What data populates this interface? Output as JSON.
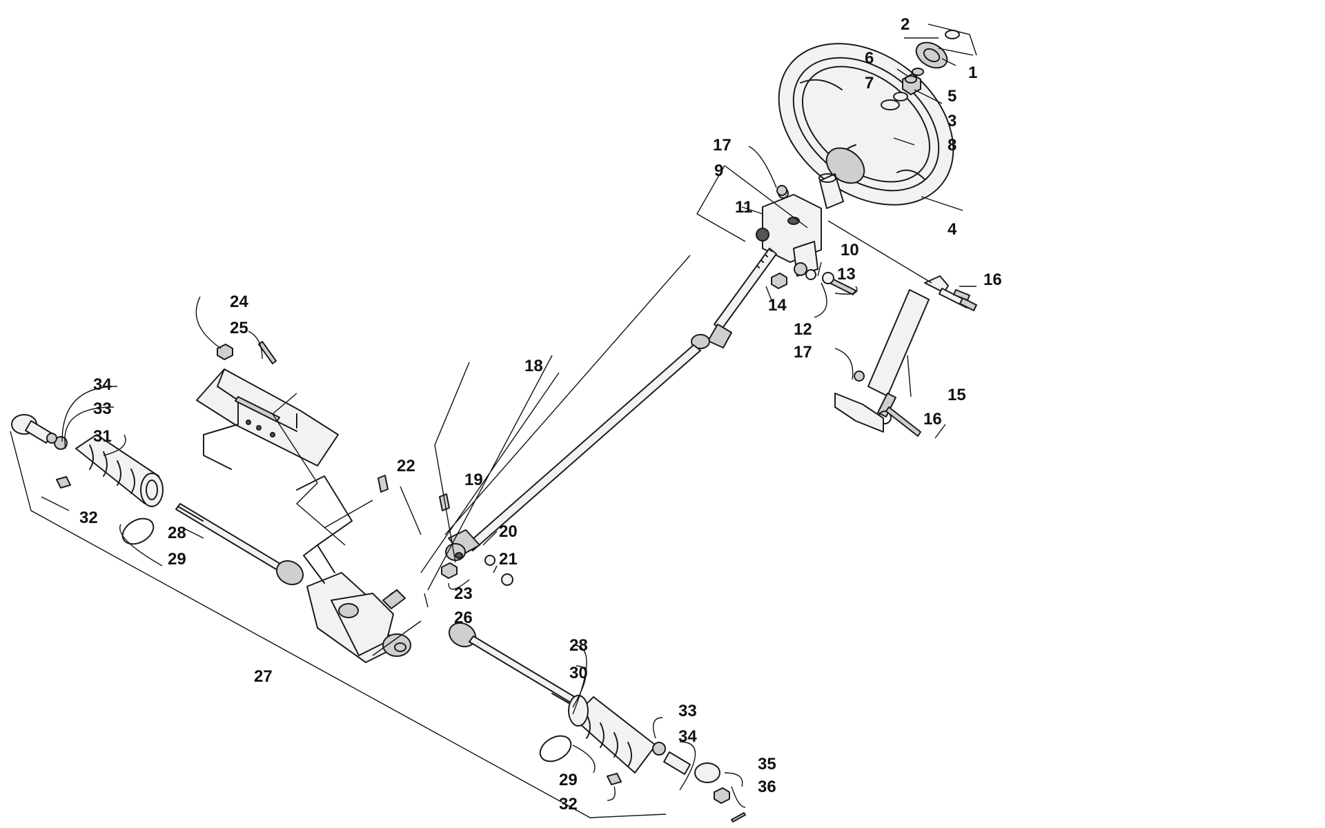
{
  "callouts": [
    {
      "id": "c1",
      "label": "1"
    },
    {
      "id": "c2",
      "label": "2"
    },
    {
      "id": "c3",
      "label": "3"
    },
    {
      "id": "c4",
      "label": "4"
    },
    {
      "id": "c5",
      "label": "5"
    },
    {
      "id": "c6",
      "label": "6"
    },
    {
      "id": "c7",
      "label": "7"
    },
    {
      "id": "c8",
      "label": "8"
    },
    {
      "id": "c9",
      "label": "9"
    },
    {
      "id": "c10",
      "label": "10"
    },
    {
      "id": "c11",
      "label": "11"
    },
    {
      "id": "c12",
      "label": "12"
    },
    {
      "id": "c13",
      "label": "13"
    },
    {
      "id": "c14",
      "label": "14"
    },
    {
      "id": "c15",
      "label": "15"
    },
    {
      "id": "c16a",
      "label": "16"
    },
    {
      "id": "c16b",
      "label": "16"
    },
    {
      "id": "c17a",
      "label": "17"
    },
    {
      "id": "c17b",
      "label": "17"
    },
    {
      "id": "c18",
      "label": "18"
    },
    {
      "id": "c19",
      "label": "19"
    },
    {
      "id": "c20",
      "label": "20"
    },
    {
      "id": "c21",
      "label": "21"
    },
    {
      "id": "c22",
      "label": "22"
    },
    {
      "id": "c23",
      "label": "23"
    },
    {
      "id": "c24",
      "label": "24"
    },
    {
      "id": "c25",
      "label": "25"
    },
    {
      "id": "c26",
      "label": "26"
    },
    {
      "id": "c27",
      "label": "27"
    },
    {
      "id": "c28a",
      "label": "28"
    },
    {
      "id": "c28b",
      "label": "28"
    },
    {
      "id": "c29a",
      "label": "29"
    },
    {
      "id": "c29b",
      "label": "29"
    },
    {
      "id": "c30",
      "label": "30"
    },
    {
      "id": "c31",
      "label": "31"
    },
    {
      "id": "c32a",
      "label": "32"
    },
    {
      "id": "c32b",
      "label": "32"
    },
    {
      "id": "c33a",
      "label": "33"
    },
    {
      "id": "c33b",
      "label": "33"
    },
    {
      "id": "c34a",
      "label": "34"
    },
    {
      "id": "c34b",
      "label": "34"
    },
    {
      "id": "c35",
      "label": "35"
    },
    {
      "id": "c36",
      "label": "36"
    }
  ]
}
